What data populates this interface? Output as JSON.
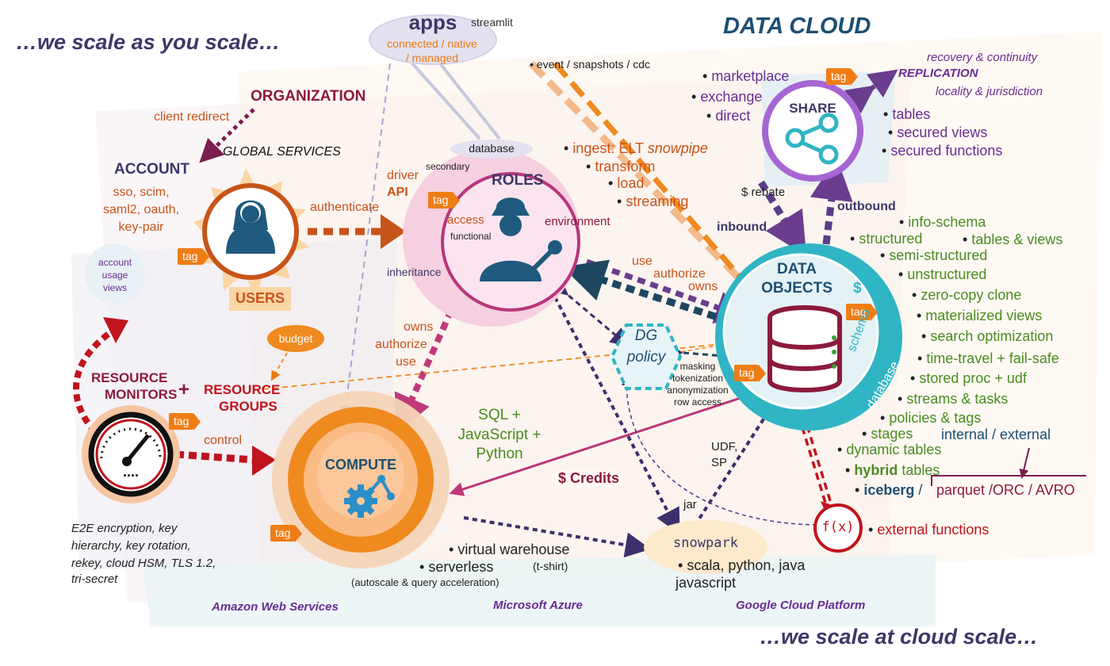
{
  "headers": {
    "scale_you": "…we scale as you scale…",
    "data_cloud": "DATA CLOUD",
    "scale_cloud": "…we scale at cloud scale…"
  },
  "apps": {
    "title": "apps",
    "sub1": "connected / native",
    "sub2": "/ managed",
    "streamlit": "streamlit"
  },
  "event_note": "event / snapshots / cdc",
  "organization": {
    "title": "ORGANIZATION",
    "redirect": "client redirect",
    "global": "GLOBAL SERVICES"
  },
  "account": {
    "title": "ACCOUNT",
    "auth": [
      "sso, scim,",
      "saml2, oauth,",
      "key-pair"
    ],
    "usage": [
      "account",
      "usage",
      "views"
    ]
  },
  "users": {
    "label": "USERS",
    "authenticate": "authenticate"
  },
  "driver": {
    "driver": "driver",
    "api": "API"
  },
  "roles": {
    "title": "ROLES",
    "database": "database",
    "secondary": "secondary",
    "access": "access",
    "functional": "functional",
    "environment": "environment",
    "inheritance": "inheritance"
  },
  "ingest": {
    "items": [
      "ingest: ELT ",
      "transform",
      "load",
      "streaming"
    ],
    "snowpipe": "snowpipe"
  },
  "share": {
    "title": "SHARE",
    "sources": [
      "marketplace",
      "exchange",
      "direct"
    ],
    "objects": [
      "tables",
      "secured views",
      "secured functions"
    ]
  },
  "replication": {
    "recovery": "recovery & continuity",
    "title": "REPLICATION",
    "locality": "locality & jurisdiction"
  },
  "flows": {
    "rebate": "$ rebate",
    "inbound": "inbound",
    "outbound": "outbound",
    "use_authorize_owns": [
      "use",
      "authorize",
      "owns"
    ],
    "owns_authorize_use": [
      "owns",
      "authorize",
      "use"
    ],
    "control": "control",
    "credits": "$ Credits",
    "udf_sp": [
      "UDF,",
      "SP"
    ],
    "jar": "jar"
  },
  "data_objects": {
    "title": [
      "DATA",
      "OBJECTS"
    ],
    "schema": "schema",
    "database": "database",
    "dollar": "$"
  },
  "features": {
    "green": [
      "info-schema",
      "structured",
      "tables & views",
      "semi-structured",
      "unstructured",
      "zero-copy clone",
      "materialized views",
      "search optimization",
      "time-travel + fail-safe",
      "stored proc + udf",
      "streams & tasks",
      "policies & tags",
      "stages",
      "dynamic tables"
    ],
    "internal_external": "internal / external",
    "hybrid": "hybrid",
    "hybrid_tables": " tables",
    "iceberg": "iceberg",
    "formats": "parquet /ORC / AVRO",
    "external_functions": "external functions"
  },
  "dg_policy": {
    "title": [
      "DG",
      "policy"
    ],
    "notes": [
      "masking",
      "tokenization",
      "anonymization",
      "row access"
    ]
  },
  "resource_monitors": {
    "title": [
      "RESOURCE",
      "MONITORS"
    ],
    "gauge": "...."
  },
  "resource_groups": {
    "plus": "+",
    "title": [
      "RESOURCE",
      "GROUPS"
    ],
    "budget": "budget"
  },
  "compute": {
    "title": "COMPUTE",
    "languages": [
      "SQL +",
      "JavaScript +",
      "Python"
    ],
    "types": [
      "virtual warehouse",
      "serverless"
    ],
    "tshirt": "(t-shirt)",
    "autoscale": "(autoscale & query acceleration)"
  },
  "security": [
    "E2E encryption, key",
    "hierarchy, key rotation,",
    "rekey, cloud HSM, TLS 1.2,",
    "tri-secret"
  ],
  "snowpark": {
    "title": "snowpark",
    "langs": [
      "scala, python, java",
      "javascript"
    ]
  },
  "fx": "f(x)",
  "clouds": [
    "Amazon Web Services",
    "Microsoft Azure",
    "Google Cloud Platform"
  ],
  "tag_label": "tag",
  "icons": [
    "person-icon",
    "worker-icon",
    "share-icon",
    "database-icon",
    "compute-gear-icon",
    "gauge-icon",
    "function-icon"
  ],
  "colors": {
    "navy": "#3d3768",
    "teal_title": "#1e4f72",
    "maroon": "#8c1a3c",
    "orange": "#ea7b14",
    "burnt": "#c7541a",
    "purple": "#6a2c91",
    "green": "#4a8c1e",
    "red": "#c0141e",
    "teal": "#2fb5c4",
    "pink": "#b8367a",
    "dark_purple": "#3c2a6e"
  }
}
